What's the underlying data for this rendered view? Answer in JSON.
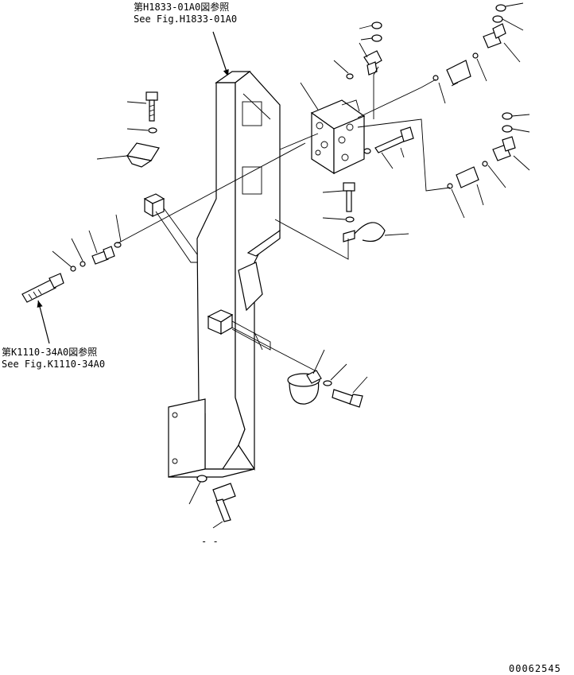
{
  "references": {
    "top_jp": "第H1833-01A0図参照",
    "top_en": "See Fig.H1833-01A0",
    "left_jp": "第K1110-34A0図参照",
    "left_en": "See Fig.K1110-34A0"
  },
  "drawing_number": "00062545",
  "stray_mark": "- -",
  "colors": {
    "line": "#000000",
    "background": "#ffffff"
  }
}
